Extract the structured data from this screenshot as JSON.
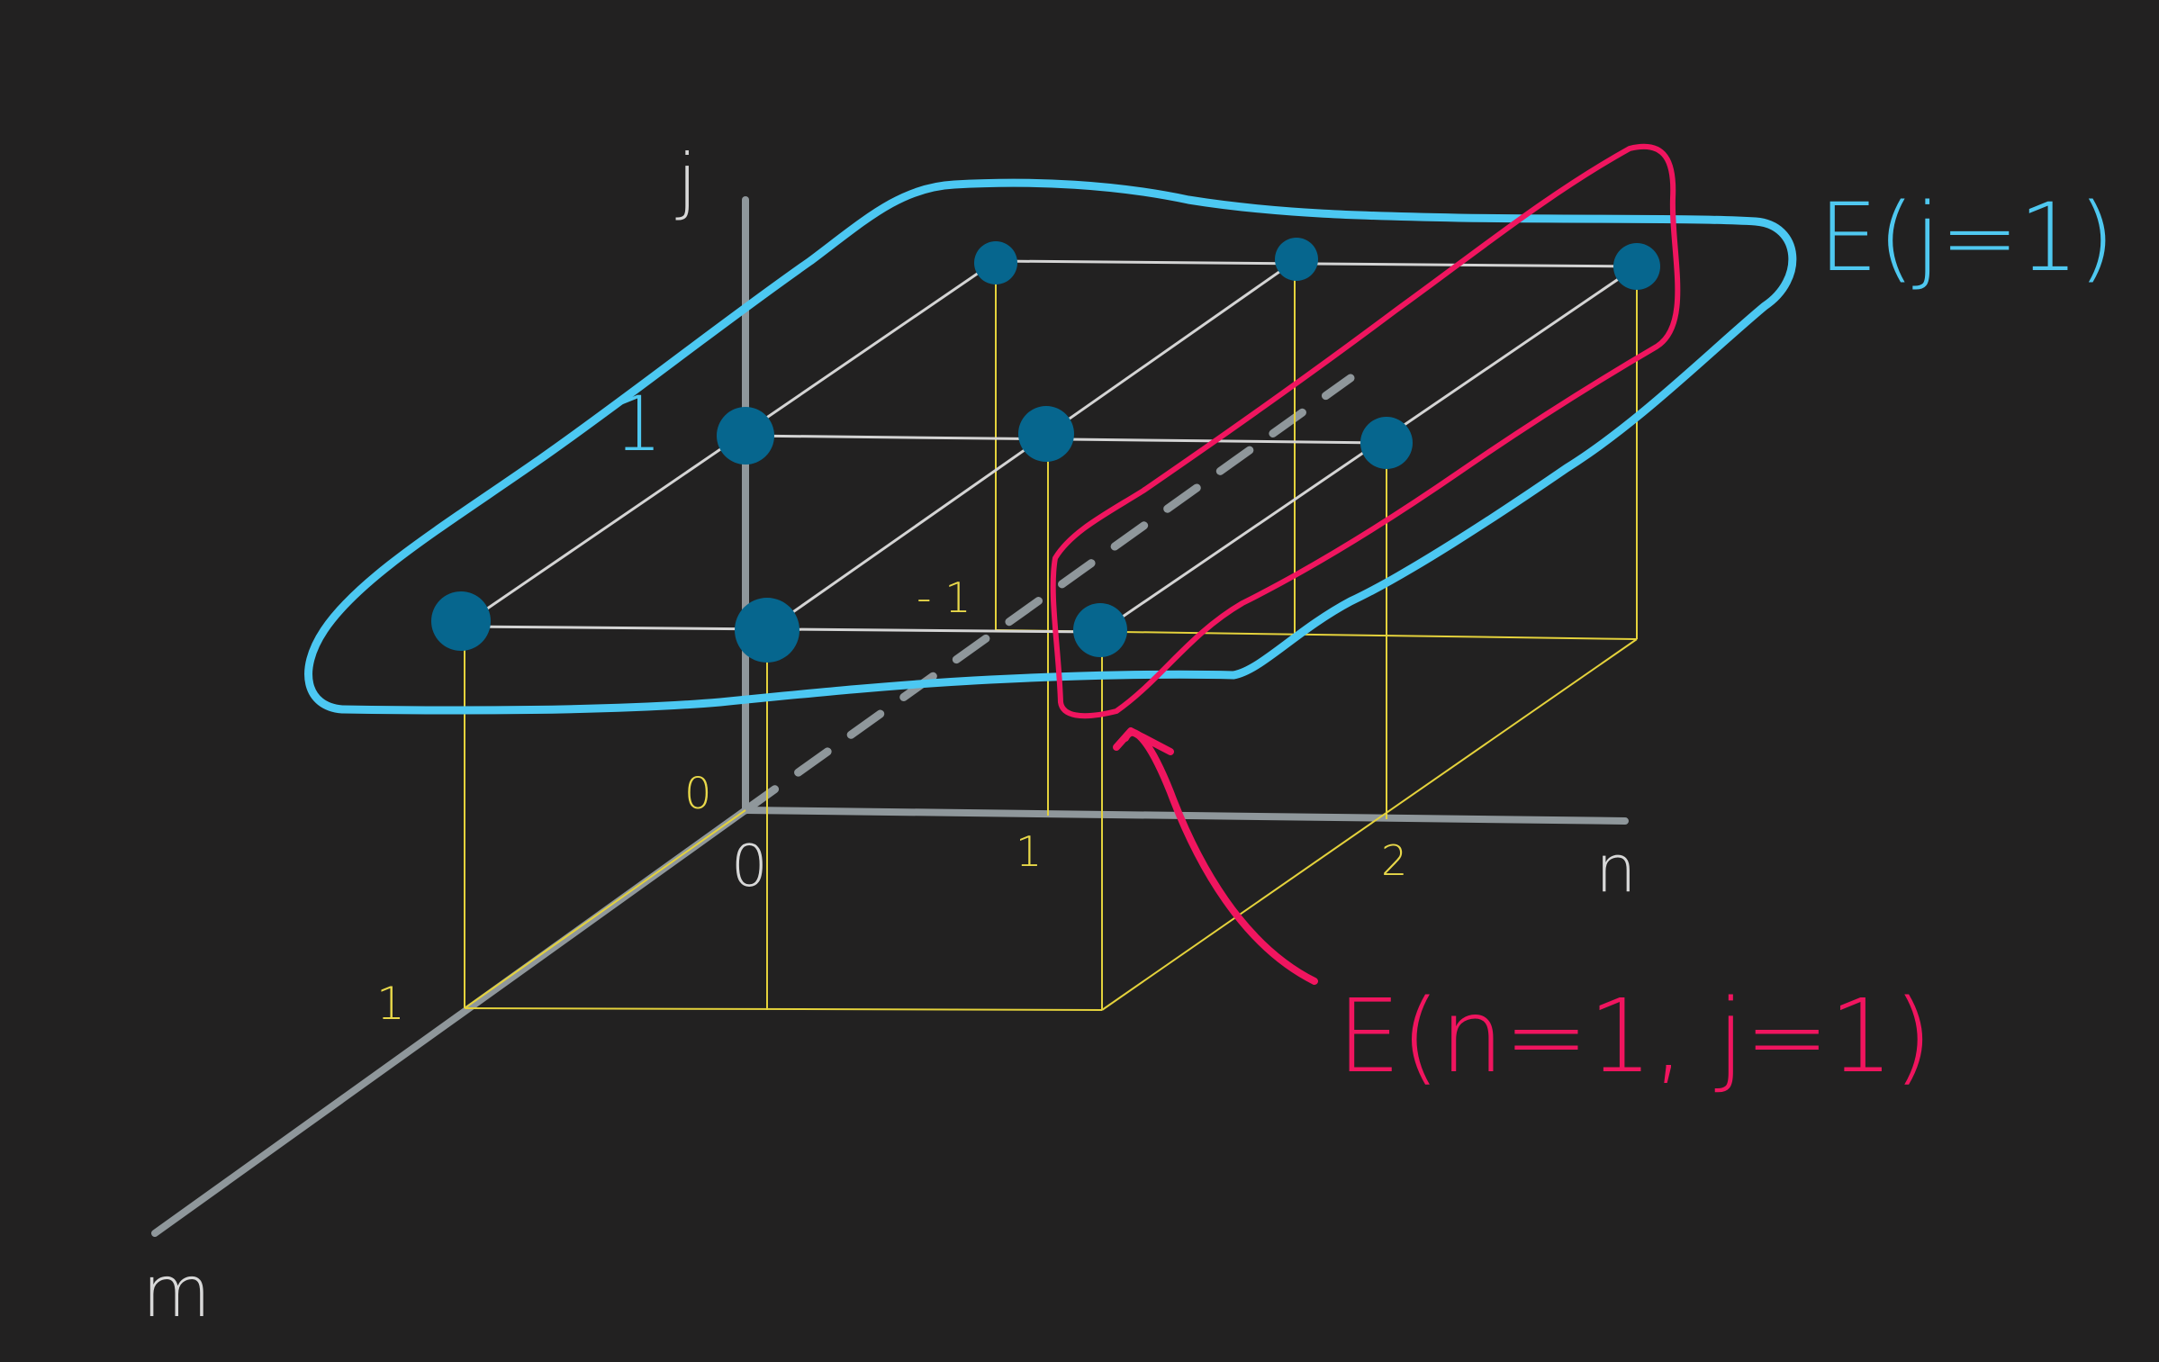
{
  "colors": {
    "background": "#222121",
    "axis": "#8f979b",
    "grid_white": "#d4d4d4",
    "guide_yellow": "#e4d23c",
    "node": "#06668e",
    "set_cyan": "#4cc8f2",
    "set_pink": "#f0155f"
  },
  "axes": {
    "j_label": "j",
    "n_label": "n",
    "m_label": "m"
  },
  "ticks": {
    "origin_j": "0",
    "origin_n": "0",
    "n_1": "1",
    "n_2": "2",
    "m_1": "1",
    "m_neg1": "- 1",
    "j_1": "1"
  },
  "annotations": {
    "cyan_set": "E(j=1)",
    "pink_set": "E(n=1, j=1)"
  },
  "icons": {
    "pink_arrow": "arrow-icon"
  }
}
